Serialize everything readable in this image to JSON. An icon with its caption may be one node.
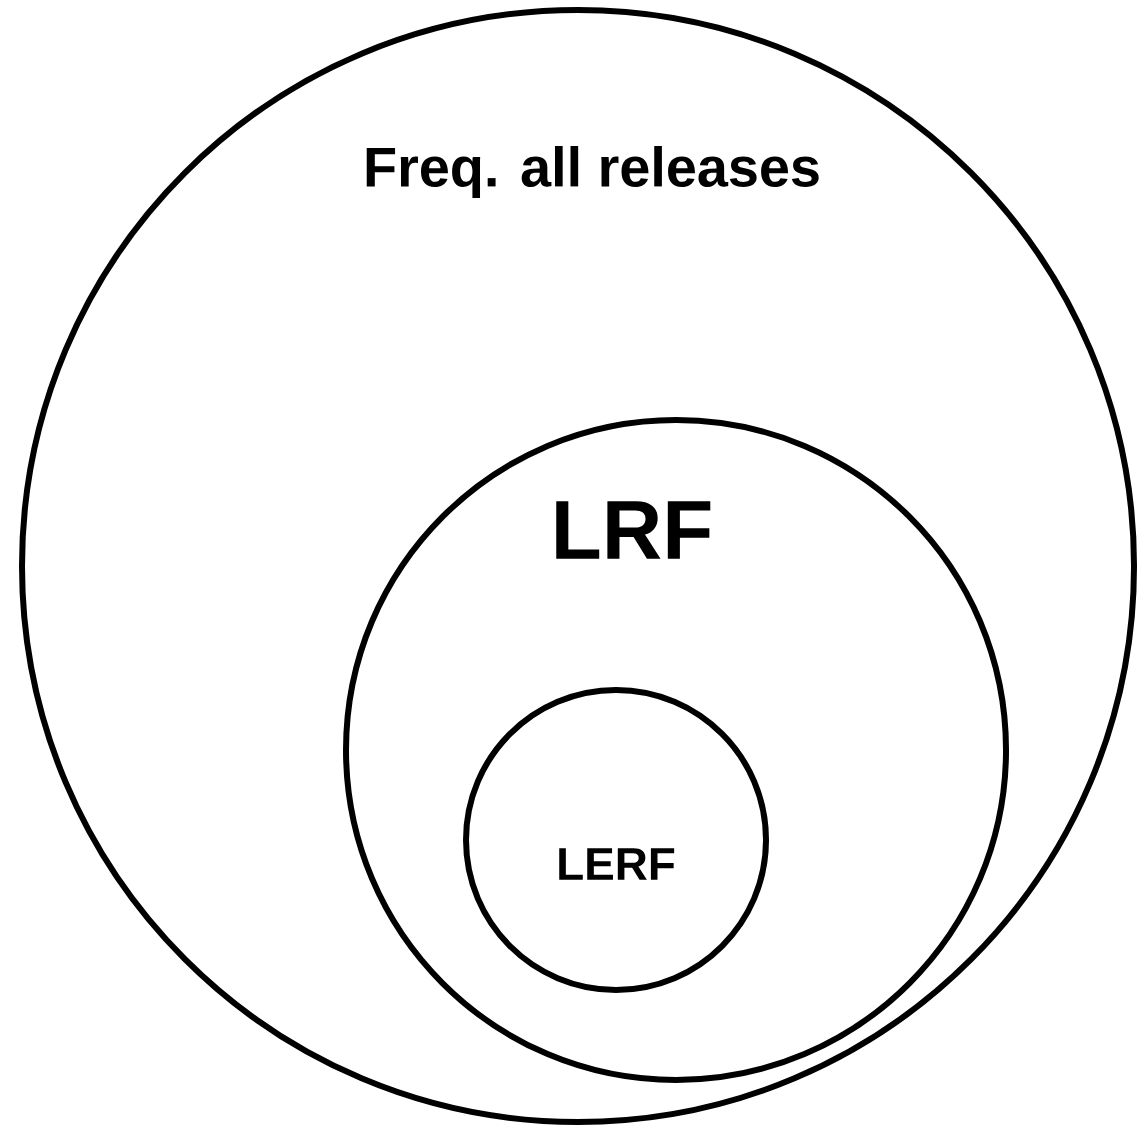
{
  "diagram": {
    "nodes": [
      {
        "text": [
          "Freq. all releases"
        ]
      },
      {
        "text": [
          "LRF"
        ],
        "in": 0
      },
      {
        "text": [
          "LERF"
        ],
        "in": 1
      }
    ]
  }
}
